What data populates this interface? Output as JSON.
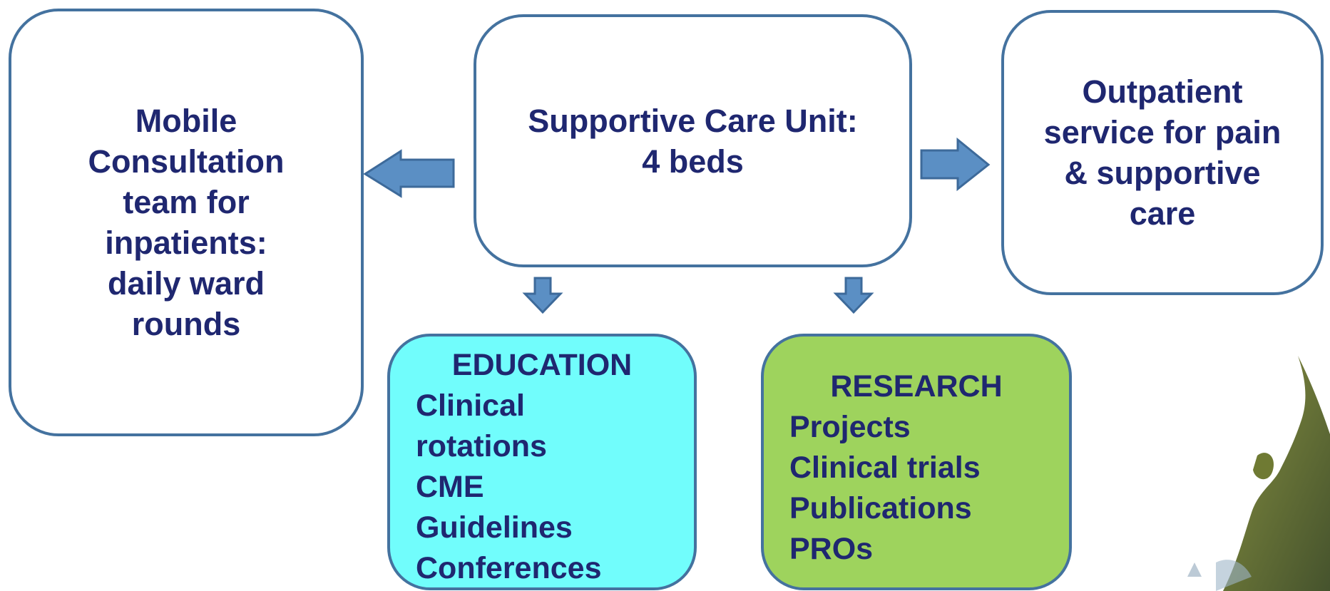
{
  "boxes": {
    "mobile": {
      "lines": [
        "Mobile",
        "Consultation",
        "team for",
        "inpatients:",
        "daily ward",
        "rounds"
      ]
    },
    "scu": {
      "lines": [
        "Supportive Care Unit:",
        "4 beds"
      ]
    },
    "outpatient": {
      "lines": [
        "Outpatient",
        "service for pain",
        "& supportive",
        "care"
      ]
    },
    "education": {
      "title": "EDUCATION",
      "items": [
        "Clinical",
        "rotations",
        "CME",
        "Guidelines",
        "Conferences"
      ]
    },
    "research": {
      "title": "RESEARCH",
      "items": [
        "Projects",
        "Clinical trials",
        "Publications",
        "PROs"
      ]
    }
  },
  "colors": {
    "border": "#44729f",
    "text": "#1f2770",
    "arrow": "#5b8fc4",
    "education_fill": "#71fdfc",
    "research_fill": "#9ed35d"
  },
  "decorations": [
    "statue-image",
    "logo-text-fragment"
  ]
}
